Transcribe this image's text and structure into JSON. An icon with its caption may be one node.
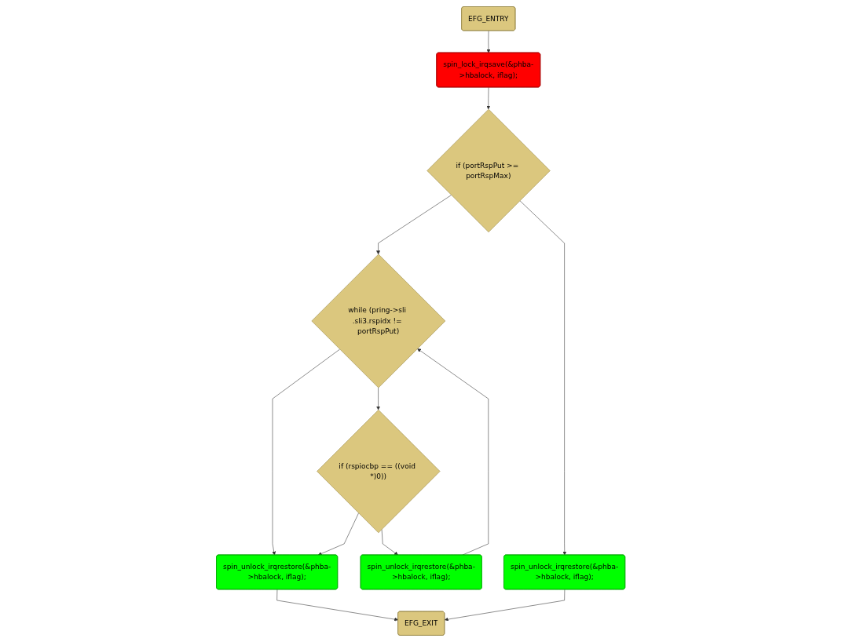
{
  "diagram": {
    "nodes": [
      {
        "text": [
          "EFG_ENTRY"
        ]
      },
      {
        "text": [
          "spin_lock_irqsave(&phba->hbalock, iflag);"
        ]
      },
      {
        "text": [
          "if (portRspPut >= portRspMax)"
        ]
      },
      {
        "text": [
          "while (pring->sli .sli3.rspidx != portRspPut)"
        ]
      },
      {
        "text": [
          "if (rspiocbp == ((void *)0))"
        ]
      },
      {
        "text": [
          "spin_unlock_irqrestore(&phba->hbalock, iflag);"
        ]
      },
      {
        "text": [
          "spin_unlock_irqrestore(&phba->hbalock, iflag);"
        ]
      },
      {
        "text": [
          "spin_unlock_irqrestore(&phba->hbalock, iflag);"
        ]
      },
      {
        "text": [
          "EFG_EXIT"
        ]
      }
    ],
    "edges": [
      {
        "from": 0,
        "to": 1,
        "arrow": "to"
      },
      {
        "from": 1,
        "to": 2,
        "arrow": "to"
      },
      {
        "from": 2,
        "to": 3,
        "arrow": "to"
      },
      {
        "from": 2,
        "to": 7,
        "arrow": "to"
      },
      {
        "from": 3,
        "to": 5,
        "arrow": "to"
      },
      {
        "from": 3,
        "to": 4,
        "arrow": "to"
      },
      {
        "from": 6,
        "to": 3,
        "arrow": "to"
      },
      {
        "from": 4,
        "to": 5,
        "arrow": "to"
      },
      {
        "from": 4,
        "to": 6,
        "arrow": "to"
      },
      {
        "from": 5,
        "to": 8,
        "arrow": "to"
      },
      {
        "from": 7,
        "to": 8,
        "arrow": "to"
      }
    ]
  }
}
